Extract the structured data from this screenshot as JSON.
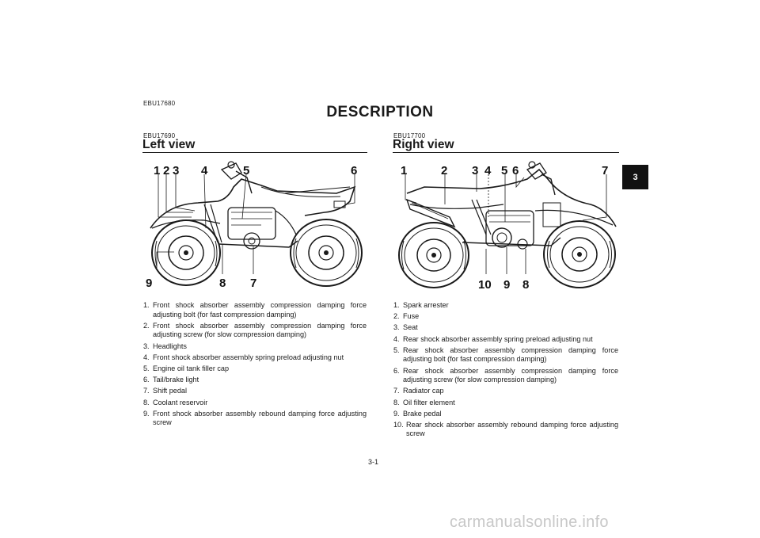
{
  "header": {
    "doc_code": "EBU17680",
    "title": "DESCRIPTION",
    "chapter_tab": "3"
  },
  "left": {
    "code": "EBU17690",
    "subtitle": "Left view",
    "callouts": [
      "1",
      "2",
      "3",
      "4",
      "5",
      "6",
      "7",
      "8",
      "9"
    ],
    "items": [
      {
        "n": "1.",
        "text": "Front shock absorber assembly compression damping force adjusting bolt (for fast compression damping)"
      },
      {
        "n": "2.",
        "text": "Front shock absorber assembly compression damping force adjusting screw (for slow compression damping)"
      },
      {
        "n": "3.",
        "text": "Headlights"
      },
      {
        "n": "4.",
        "text": "Front shock absorber assembly spring preload adjusting nut"
      },
      {
        "n": "5.",
        "text": "Engine oil tank filler cap"
      },
      {
        "n": "6.",
        "text": "Tail/brake light"
      },
      {
        "n": "7.",
        "text": "Shift pedal"
      },
      {
        "n": "8.",
        "text": "Coolant reservoir"
      },
      {
        "n": "9.",
        "text": "Front shock absorber assembly rebound damping force adjusting screw"
      }
    ]
  },
  "right": {
    "code": "EBU17700",
    "subtitle": "Right view",
    "callouts": [
      "1",
      "2",
      "3",
      "4",
      "5",
      "6",
      "7",
      "8",
      "9",
      "10"
    ],
    "items": [
      {
        "n": "1.",
        "text": "Spark arrester"
      },
      {
        "n": "2.",
        "text": "Fuse"
      },
      {
        "n": "3.",
        "text": "Seat"
      },
      {
        "n": "4.",
        "text": "Rear shock absorber assembly spring preload adjusting nut"
      },
      {
        "n": "5.",
        "text": "Rear shock absorber assembly compression damping force adjusting bolt (for fast compression damping)"
      },
      {
        "n": "6.",
        "text": "Rear shock absorber assembly compression damping force adjusting screw (for slow compression damping)"
      },
      {
        "n": "7.",
        "text": "Radiator cap"
      },
      {
        "n": "8.",
        "text": "Oil filter element"
      },
      {
        "n": "9.",
        "text": "Brake pedal"
      },
      {
        "n": "10.",
        "text": "Rear shock absorber assembly rebound damping force adjusting screw"
      }
    ]
  },
  "footer": {
    "page_number": "3-1",
    "watermark": "carmanualsonline.info"
  }
}
